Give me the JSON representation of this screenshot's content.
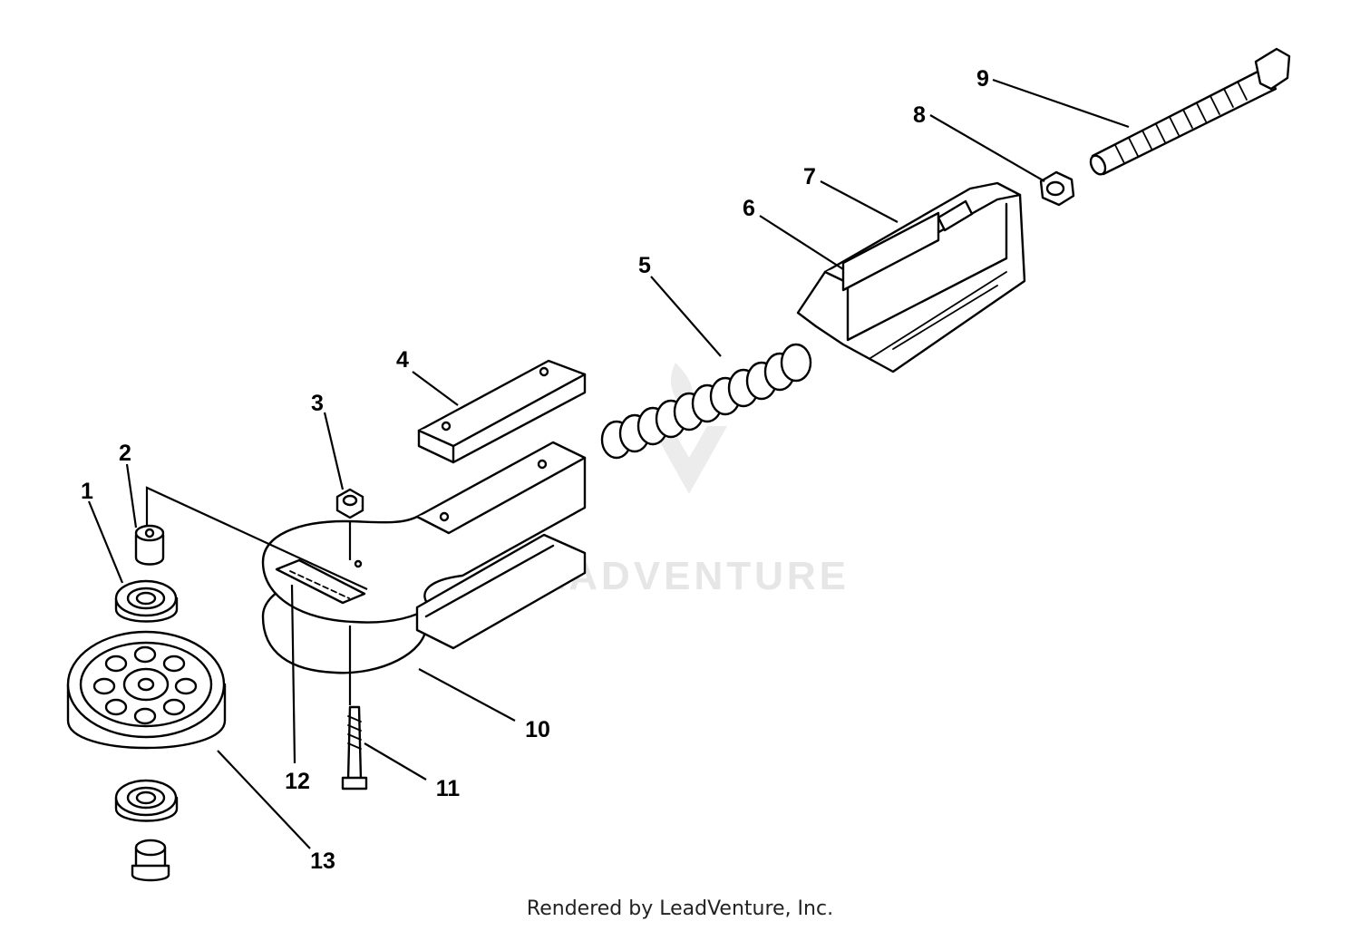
{
  "diagram": {
    "watermark_text": "LEADVENTURE",
    "callouts": [
      "1",
      "2",
      "3",
      "4",
      "5",
      "6",
      "7",
      "8",
      "9",
      "10",
      "11",
      "12",
      "13"
    ]
  },
  "footer": {
    "text": "Rendered by LeadVenture, Inc."
  }
}
